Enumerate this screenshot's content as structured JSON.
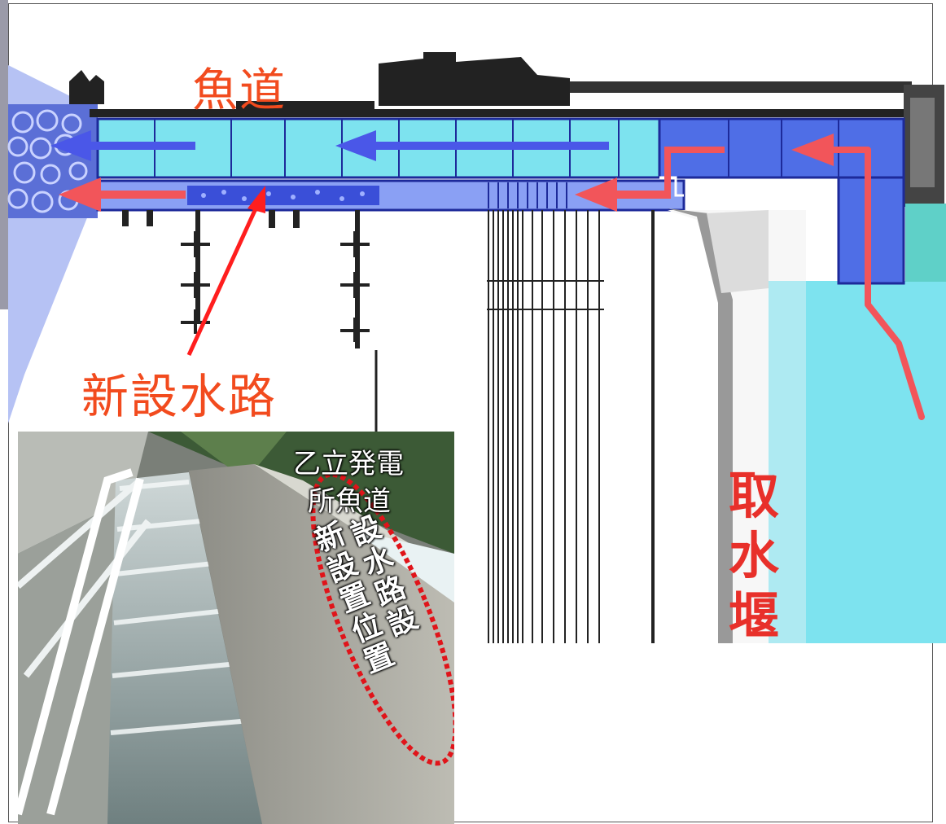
{
  "labels": {
    "fishway": "魚道",
    "new_channel": "新設水路",
    "intake_weir": "取水堰"
  },
  "photo": {
    "caption_line1": "乙立発電",
    "caption_line2": "所魚道",
    "vertical_col_a": "新設置位置",
    "vertical_col_b": "設水路設"
  },
  "colors": {
    "label_red": "#f24b1e",
    "weir_red": "#e8302a",
    "water_cyan": "#7de3ef",
    "channel_blue": "#3a4fd8",
    "arrow_blue": "#4a57e8",
    "arrow_red": "#f2555a"
  }
}
